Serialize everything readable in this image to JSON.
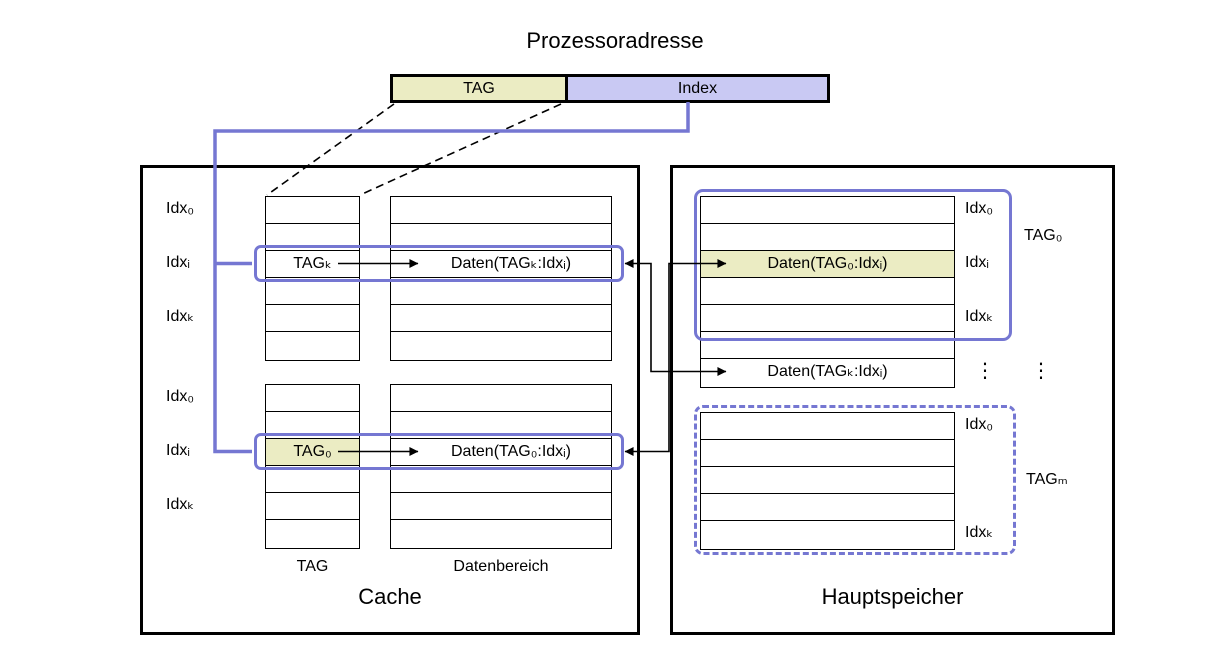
{
  "title": "Prozessoradresse",
  "address_bar": {
    "tag_label": "TAG",
    "index_label": "Index"
  },
  "cache": {
    "box_label": "Cache",
    "column_labels": {
      "tag": "TAG",
      "data": "Datenbereich"
    },
    "set_a": {
      "row_labels": {
        "first": "Idx₀",
        "hit": "Idxᵢ",
        "last": "Idxₖ"
      },
      "tag_entry": "TAGₖ",
      "data_entry": "Daten(TAGₖ:Idxᵢ)"
    },
    "set_b": {
      "row_labels": {
        "first": "Idx₀",
        "hit": "Idxᵢ",
        "last": "Idxₖ"
      },
      "tag_entry": "TAG₀",
      "data_entry": "Daten(TAG₀:Idxᵢ)"
    }
  },
  "memory": {
    "box_label": "Hauptspeicher",
    "block_tag0": {
      "label": "TAG₀",
      "row_labels": {
        "first": "Idx₀",
        "hit": "Idxᵢ",
        "last": "Idxₖ"
      },
      "data_entry": "Daten(TAG₀:Idxᵢ)"
    },
    "row_tagk": {
      "data_entry": "Daten(TAGₖ:Idxᵢ)"
    },
    "ellipsis": "⋮",
    "block_tagm": {
      "label": "TAGₘ",
      "row_labels": {
        "first": "Idx₀",
        "last": "Idxₖ"
      }
    }
  },
  "colors": {
    "tag_fill": "#ebecc3",
    "index_fill": "#c9c9f3",
    "highlight_purple": "#7577d2"
  }
}
